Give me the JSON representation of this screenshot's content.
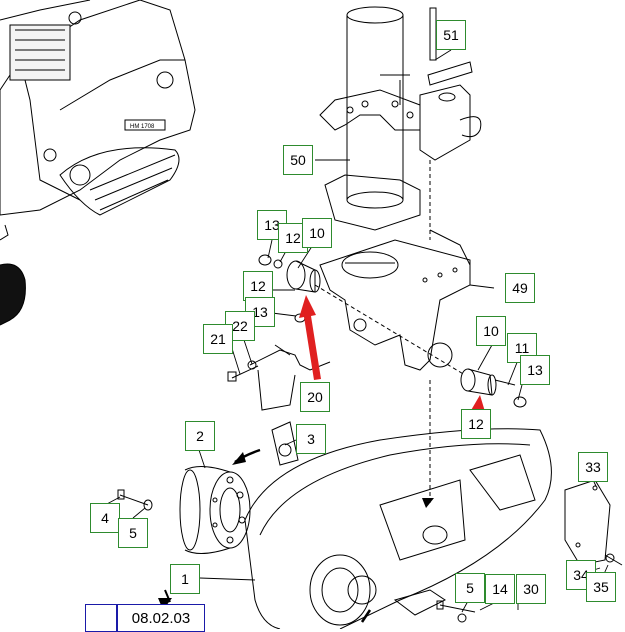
{
  "callouts": [
    {
      "id": "c51",
      "label": "51"
    },
    {
      "id": "c50",
      "label": "50"
    },
    {
      "id": "c13a",
      "label": "13"
    },
    {
      "id": "c12a",
      "label": "12"
    },
    {
      "id": "c10a",
      "label": "10"
    },
    {
      "id": "c12b",
      "label": "12"
    },
    {
      "id": "c13b",
      "label": "13"
    },
    {
      "id": "c49",
      "label": "49"
    },
    {
      "id": "c22",
      "label": "22"
    },
    {
      "id": "c21",
      "label": "21"
    },
    {
      "id": "c20",
      "label": "20"
    },
    {
      "id": "c10b",
      "label": "10"
    },
    {
      "id": "c11",
      "label": "11"
    },
    {
      "id": "c13c",
      "label": "13"
    },
    {
      "id": "c12c",
      "label": "12"
    },
    {
      "id": "c2",
      "label": "2"
    },
    {
      "id": "c3",
      "label": "3"
    },
    {
      "id": "c4",
      "label": "4"
    },
    {
      "id": "c5a",
      "label": "5"
    },
    {
      "id": "c33",
      "label": "33"
    },
    {
      "id": "c1",
      "label": "1"
    },
    {
      "id": "c5b",
      "label": "5"
    },
    {
      "id": "c14",
      "label": "14"
    },
    {
      "id": "c30",
      "label": "30"
    },
    {
      "id": "c34",
      "label": "34"
    },
    {
      "id": "c35",
      "label": "35"
    }
  ],
  "reference": {
    "label": "08.02.03"
  },
  "colors": {
    "callout_border": "#2e8b2e",
    "reference_border": "#1a1aa8",
    "arrow": "#e02020",
    "line": "#000000"
  }
}
